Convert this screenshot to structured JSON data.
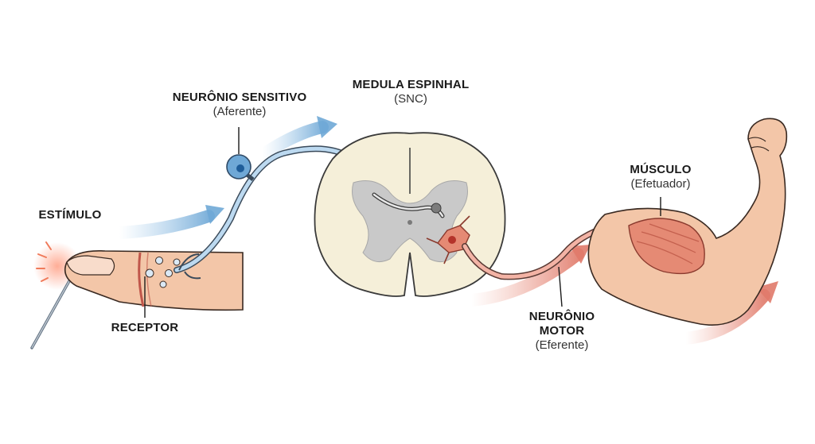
{
  "labels": {
    "stimulus": {
      "title": "ESTÍMULO"
    },
    "receptor": {
      "title": "RECEPTOR"
    },
    "sensory_neuron": {
      "title": "NEURÔNIO SENSITIVO",
      "subtitle": "(Aferente)"
    },
    "spinal_cord": {
      "title": "MEDULA ESPINHAL",
      "subtitle": "(SNC)"
    },
    "muscle": {
      "title": "MÚSCULO",
      "subtitle": "(Efetuador)"
    },
    "motor_neuron": {
      "title_line1": "NEURÔNIO",
      "title_line2": "MOTOR",
      "subtitle": "(Eferente)"
    }
  },
  "colors": {
    "afferent": "#6fa8d6",
    "efferent": "#e07a6a",
    "skin": "#f3c6a8",
    "cord_white": "#f5efd9",
    "cord_grey": "#c9c9c9",
    "muscle": "#e58a74"
  }
}
